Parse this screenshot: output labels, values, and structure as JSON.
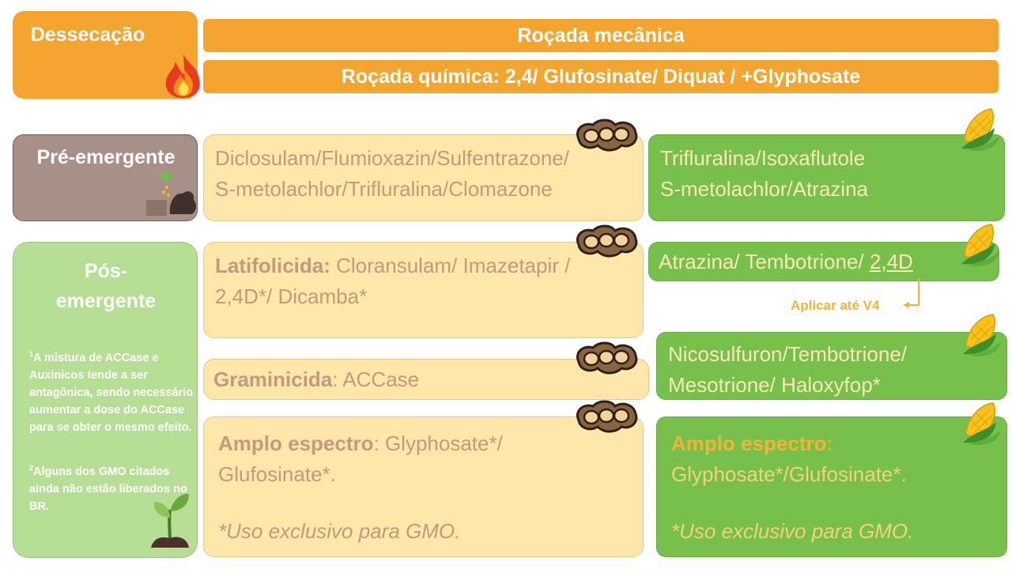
{
  "desiccation": {
    "label": "Dessecação",
    "mechanical": "Roçada mecânica",
    "chemical": "Roçada química: 2,4/ Glufosinate/ Diquat / +Glyphosate"
  },
  "pre": {
    "label": "Pré-emergente",
    "soy_line1": "Diclosulam/Flumioxazin/Sulfentrazone/",
    "soy_line2": "S-metolachlor/Trifluralina/Clomazone",
    "corn_line1": "Trifluralina/Isoxaflutole",
    "corn_line2": "S-metolachlor/Atrazina"
  },
  "post": {
    "label_line1": "Pós-",
    "label_line2": "emergente",
    "note1_sup": "1",
    "note1": "A mistura de ACCase e Auxinicos tende a ser antagônica, sendo necessário aumentar a dose do ACCase para se obter o mesmo efeito.",
    "note2_sup": "2",
    "note2": "Alguns dos GMO citados ainda não estão liberados no BR.",
    "broadleaf_label": "Latifolicida:",
    "broadleaf_text": " Cloransulam/ Imazetapir /",
    "broadleaf_line2": "2,4D*/ Dicamba*",
    "grass_label": "Graminicida",
    "grass_text": ": ACCase",
    "broad_label": "Amplo espectro",
    "broad_text": ": Glyphosate*/",
    "broad_line2": "Glufosinate*.",
    "gmo_note": "*Uso exclusivo para GMO.",
    "corn1_text": "Atrazina/ Tembotrione/ ",
    "corn1_underlined": "2,4D",
    "apply_note": "Aplicar até V4",
    "corn2_line1": "Nicosulfuron/Tembotrione/",
    "corn2_line2": "Mesotrione/ Haloxyfop*",
    "corn3_label": "Amplo espectro",
    "corn3_colon": ":",
    "corn3_line2": "Glyphosate*/Glufosinate*.",
    "corn3_note": "*Uso exclusivo para GMO."
  },
  "colors": {
    "orange": "#f4a530",
    "soy_fill": "#fee7a8",
    "soy_text": "#c39a7c",
    "corn_fill": "#78c04c",
    "pre_box": "#a89088",
    "post_box": "#b7de95"
  }
}
